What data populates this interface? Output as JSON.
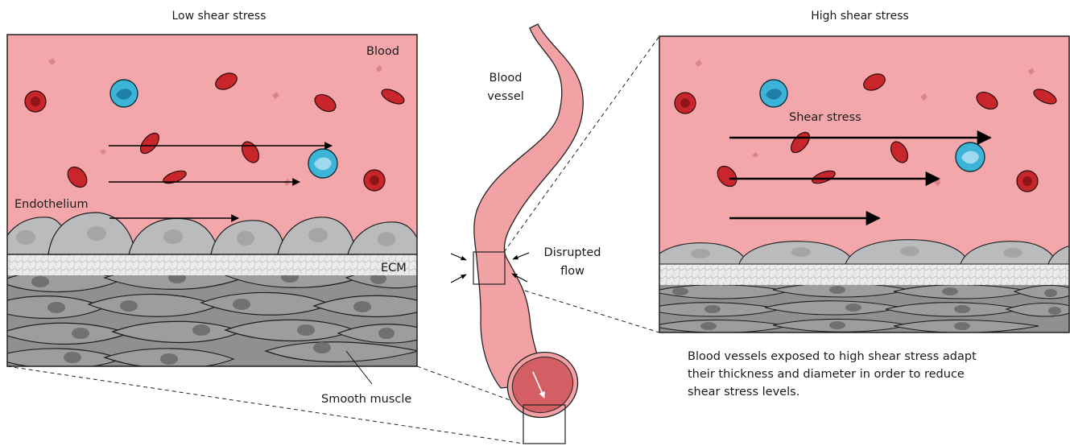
{
  "titles": {
    "left": "Low shear stress",
    "right": "High shear stress"
  },
  "labels": {
    "blood": "Blood",
    "endothelium": "Endothelium",
    "ecm": "ECM",
    "smooth_muscle": "Smooth muscle",
    "blood_vessel_line1": "Blood",
    "blood_vessel_line2": "vessel",
    "disrupted_line1": "Disrupted",
    "disrupted_line2": "flow",
    "shear_stress": "Shear stress"
  },
  "caption": {
    "line1": "Blood vessels exposed to high shear stress adapt",
    "line2": "their thickness and diameter in order to reduce",
    "line3": "shear stress levels."
  },
  "colors": {
    "blood": "#f4a7ab",
    "rbc": "#c8262b",
    "wbc": "#3cb4d8",
    "endothelium": "#b9bbbd",
    "ecm": "#e8e8e8",
    "smooth_muscle": "#8a8c8e",
    "vessel": "#f2a1a5"
  }
}
